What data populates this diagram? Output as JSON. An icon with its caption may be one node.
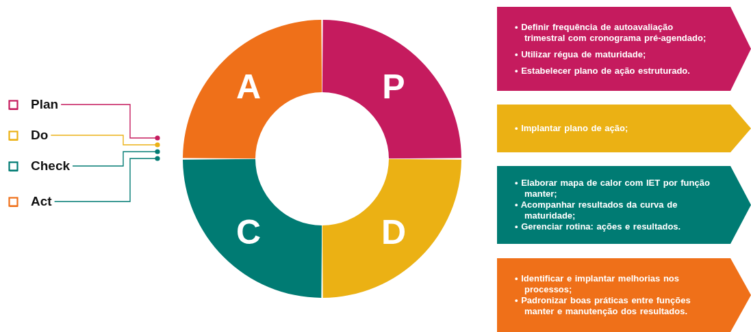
{
  "diagram": {
    "nodes": [
      {
        "text": [
          "Plan"
        ]
      },
      {
        "text": [
          "Do"
        ]
      },
      {
        "text": [
          "Check"
        ]
      },
      {
        "text": [
          "Act"
        ]
      },
      {
        "text": [
          "A"
        ]
      },
      {
        "text": [
          "P"
        ]
      },
      {
        "text": [
          "C"
        ]
      },
      {
        "text": [
          "D"
        ]
      },
      {
        "text": [
          "• Definir frequência de autoavaliação trimestral com cronograma pré-agendado;",
          "• Utilizar régua de maturidade;",
          "• Estabelecer plano de ação estruturado."
        ]
      },
      {
        "text": [
          "• Implantar plano de ação;"
        ]
      },
      {
        "text": [
          "• Elaborar mapa de calor com IET por função manter;",
          "• Acompanhar resultados da curva de maturidade;",
          "• Gerenciar rotina: ações e resultados."
        ]
      },
      {
        "text": [
          "• Identificar e implantar melhorias nos processos;",
          "• Padronizar boas práticas entre funções manter e manutenção dos resultados."
        ]
      }
    ],
    "edges": [
      {
        "from": 0,
        "to": null,
        "arrow": "other",
        "color": "#c51b5e"
      },
      {
        "from": 1,
        "to": null,
        "arrow": "other",
        "color": "#ebb114"
      },
      {
        "from": 2,
        "to": null,
        "arrow": "other",
        "color": "#007b73"
      },
      {
        "from": 3,
        "to": null,
        "arrow": "other",
        "color": "#007b73"
      }
    ]
  }
}
